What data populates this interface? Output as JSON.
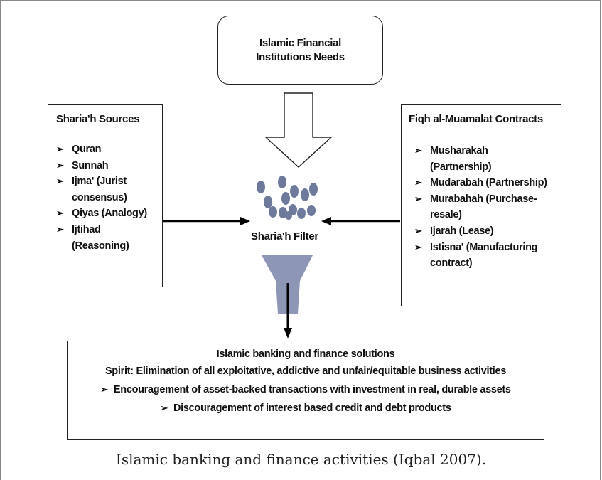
{
  "top_box": {
    "line1": "Islamic Financial",
    "line2": "Institutions Needs"
  },
  "left_box": {
    "title": "Sharia'h Sources",
    "items": [
      "Quran",
      "Sunnah",
      "Ijma' (Jurist",
      "consensus)",
      "Qiyas (Analogy)",
      "Ijtihad",
      "(Reasoning)"
    ]
  },
  "right_box": {
    "title": "Fiqh al-Muamalat Contracts",
    "items": [
      "Musharakah",
      "(Partnership)",
      "Mudarabah (Partnership)",
      "Murabahah (Purchase-",
      "resale)",
      "Ijarah (Lease)",
      "Istisna' (Manufacturing",
      "contract)"
    ]
  },
  "filter": {
    "label": "Sharia'h Filter",
    "funnel_color": "#8e96b6",
    "bubble_color": "#6e7a9c"
  },
  "solutions": {
    "title": "Islamic banking and finance solutions",
    "spirit": "Spirit: Elimination of all exploitative, addictive and unfair/equitable business activities",
    "point1": "Encouragement of asset-backed transactions with investment in real, durable assets",
    "point2": "Discouragement of interest based credit and debt products"
  },
  "caption": "Islamic banking and finance activities (Iqbal 2007).",
  "bullet_glyph": "➢"
}
